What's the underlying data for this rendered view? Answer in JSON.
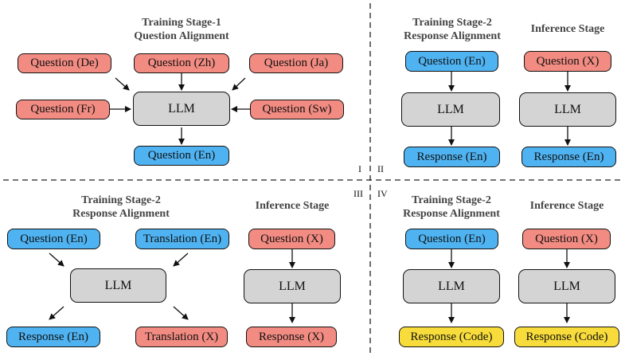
{
  "panel1": {
    "title_line1": "Training Stage-1",
    "title_line2": "Question Alignment",
    "q_de": "Question (De)",
    "q_zh": "Question (Zh)",
    "q_ja": "Question (Ja)",
    "q_fr": "Question (Fr)",
    "q_sw": "Question (Sw)",
    "llm": "LLM",
    "q_en": "Question (En)",
    "numeral": "I"
  },
  "panel2": {
    "train_title_line1": "Training Stage-2",
    "train_title_line2": "Response Alignment",
    "infer_title": "Inference Stage",
    "train_input": "Question (En)",
    "train_llm": "LLM",
    "train_output": "Response (En)",
    "infer_input": "Question (X)",
    "infer_llm": "LLM",
    "infer_output": "Response (En)",
    "numeral": "II"
  },
  "panel3": {
    "train_title_line1": "Training Stage-2",
    "train_title_line2": "Response Alignment",
    "infer_title": "Inference Stage",
    "in_question": "Question (En)",
    "in_translation": "Translation (En)",
    "llm": "LLM",
    "out_response": "Response (En)",
    "out_translation": "Translation (X)",
    "infer_input": "Question (X)",
    "infer_llm": "LLM",
    "infer_output": "Response (X)",
    "numeral": "III"
  },
  "panel4": {
    "train_title_line1": "Training Stage-2",
    "train_title_line2": "Response Alignment",
    "infer_title": "Inference Stage",
    "train_input": "Question (En)",
    "train_llm": "LLM",
    "train_output": "Response (Code)",
    "infer_input": "Question (X)",
    "infer_llm": "LLM",
    "infer_output": "Response (Code)",
    "numeral": "IV"
  },
  "colors": {
    "non_english": "#f28b82",
    "english": "#4fb3f2",
    "code": "#f7dc3b",
    "llm": "#d4d4d4"
  }
}
